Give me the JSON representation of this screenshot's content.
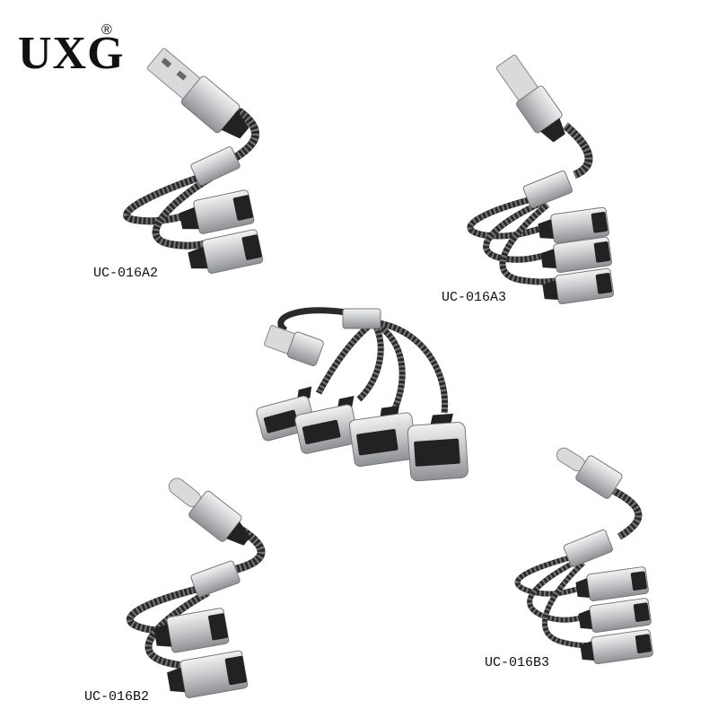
{
  "brand": {
    "name": "UXG",
    "mark": "®"
  },
  "products": [
    {
      "model": "UC-016A2"
    },
    {
      "model": "UC-016A3"
    },
    {
      "model": "UC-016B2"
    },
    {
      "model": "UC-016B3"
    }
  ],
  "colors": {
    "metal": "#c9cacc",
    "metal_dark": "#8e9094",
    "cable": "#2a2a2a",
    "braid": "#6b6b6b"
  }
}
